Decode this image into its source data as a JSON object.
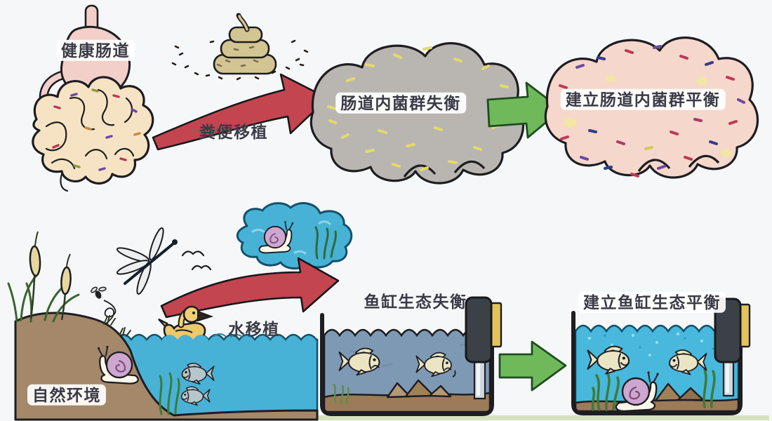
{
  "diagram": {
    "top_row": {
      "source_label": "健康肠道",
      "transfer_label": "粪便移植",
      "problem_label": "肠道内菌群失衡",
      "result_label": "建立肠道内菌群平衡"
    },
    "bottom_row": {
      "source_label": "自然环境",
      "transfer_label": "水移植",
      "problem_label": "鱼缸生态失衡",
      "result_label": "建立鱼缸生态平衡"
    },
    "illustrations": [
      "healthy-gut-stomach-intestine",
      "stool-pile-with-flies",
      "imbalanced-gut-blob",
      "balanced-gut-blob",
      "pond-with-cattails-duck-snail-fish-dragonfly",
      "water-sample-blob-with-snail",
      "murky-fish-tank-sad-fish-filter",
      "clear-fish-tank-happy-fish-snail-filter"
    ]
  },
  "colors": {
    "outline": "#1d1d22",
    "arrow_red": "#c2454f",
    "arrow_green": "#6fb95b",
    "stomach_pink": "#f2cfc9",
    "healthy_intestine": "#f6e3c3",
    "imbalanced_gut_gray": "#b9b6b1",
    "balanced_gut_pink": "#f5d7cb",
    "pond_water_blue": "#47b2d6",
    "murky_tank_water": "#7e99b4",
    "clear_tank_water": "#48b8dc",
    "bank_brown": "#a5876a",
    "substrate_brown": "#9b7b58",
    "stool_tan": "#d3c493"
  }
}
